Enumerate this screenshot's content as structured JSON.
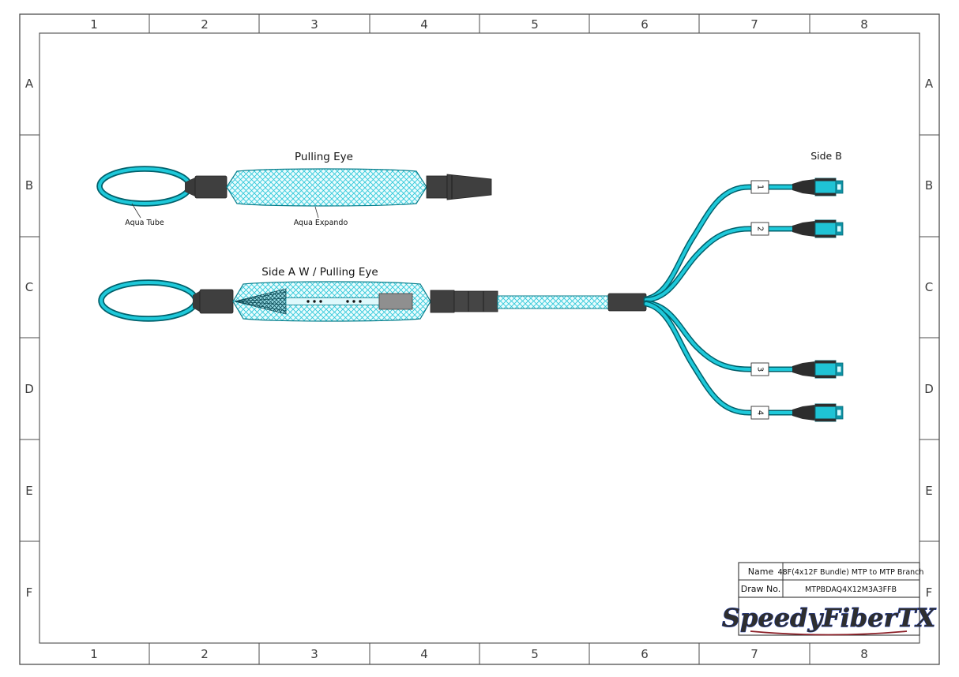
{
  "frame": {
    "columns": [
      "1",
      "2",
      "3",
      "4",
      "5",
      "6",
      "7",
      "8"
    ],
    "rows": [
      "A",
      "B",
      "C",
      "D",
      "E",
      "F"
    ]
  },
  "top_assembly": {
    "title": "Pulling Eye",
    "labels": {
      "aqua_tube": "Aqua Tube",
      "aqua_expando": "Aqua Expando"
    }
  },
  "middle_assembly": {
    "title": "Side A W / Pulling Eye",
    "side_b": "Side B",
    "branches": [
      "1",
      "2",
      "3",
      "4"
    ]
  },
  "title_block": {
    "rows": [
      {
        "label": "Name",
        "value": "48F(4x12F Bundle) MTP to MTP Branch"
      },
      {
        "label": "Draw No.",
        "value": "MTPBDAQ4X12M3A3FFB"
      }
    ],
    "logo": "SpeedyFiberTX"
  },
  "colors": {
    "aqua_core": "#1ec9da",
    "aqua_outline": "#00606b",
    "mesh_line": "#2ec8da",
    "mesh_bg": "#eafcfd",
    "connector_dark": "#3f3f3f",
    "logo_red": "#8b1f27",
    "logo_blue": "#2440b3"
  }
}
